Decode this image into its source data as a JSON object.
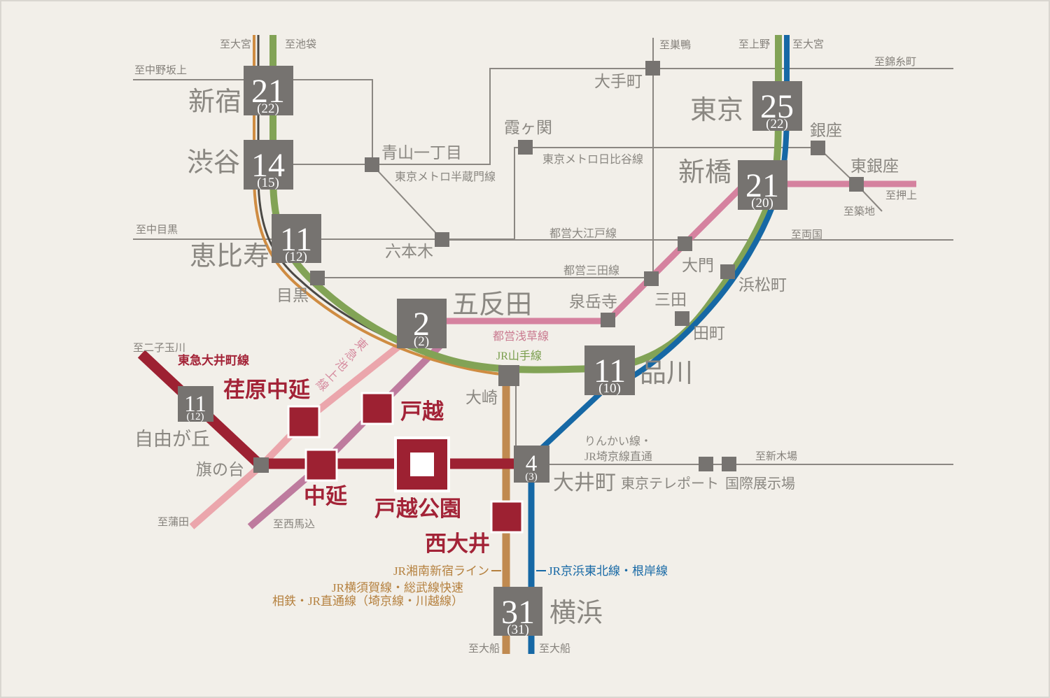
{
  "stations": {
    "shinjuku": {
      "name": "新宿",
      "minutes": "21",
      "alt": "(22)"
    },
    "shibuya": {
      "name": "渋谷",
      "minutes": "14",
      "alt": "(15)"
    },
    "ebisu": {
      "name": "恵比寿",
      "minutes": "11",
      "alt": "(12)"
    },
    "tokyo": {
      "name": "東京",
      "minutes": "25",
      "alt": "(22)"
    },
    "shimbashi": {
      "name": "新橋",
      "minutes": "21",
      "alt": "(20)"
    },
    "gotanda": {
      "name": "五反田",
      "minutes": "2",
      "alt": "(2)"
    },
    "shinagawa": {
      "name": "品川",
      "minutes": "11",
      "alt": "(10)"
    },
    "jiyugaoka": {
      "name": "自由が丘",
      "minutes": "11",
      "alt": "(12)"
    },
    "oimachi": {
      "name": "大井町",
      "minutes": "4",
      "alt": "(3)"
    },
    "yokohama": {
      "name": "横浜",
      "minutes": "31",
      "alt": "(31)"
    },
    "aoyama_itchome": {
      "name": "青山一丁目"
    },
    "roppongi": {
      "name": "六本木"
    },
    "kasumigaseki": {
      "name": "霞ヶ関"
    },
    "otemachi": {
      "name": "大手町"
    },
    "ginza": {
      "name": "銀座"
    },
    "higashi_ginza": {
      "name": "東銀座"
    },
    "meguro": {
      "name": "目黒"
    },
    "sengakuji": {
      "name": "泉岳寺"
    },
    "mita": {
      "name": "三田"
    },
    "daimon": {
      "name": "大門"
    },
    "hamamatsucho": {
      "name": "浜松町"
    },
    "tamachi": {
      "name": "田町"
    },
    "osaki": {
      "name": "大崎"
    },
    "hatanodai": {
      "name": "旗の台"
    },
    "tokyo_teleport": {
      "name": "東京テレポート"
    },
    "kokusai_tenjijo": {
      "name": "国際展示場"
    },
    "ebara_nakanobu": {
      "name": "荏原中延"
    },
    "togoshi": {
      "name": "戸越"
    },
    "nakanobu": {
      "name": "中延"
    },
    "togoshi_koen": {
      "name": "戸越公園"
    },
    "nishi_oi": {
      "name": "西大井"
    }
  },
  "lines": {
    "hanzomon": "東京メトロ半蔵門線",
    "hibiya": "東京メトロ日比谷線",
    "oedo": "都営大江戸線",
    "mita": "都営三田線",
    "asakusa": "都営浅草線",
    "yamanote": "JR山手線",
    "rinkai_1": "りんかい線・",
    "rinkai_2": "JR埼京線直通",
    "oimachi_line": "東急大井町線",
    "ikegami": "東急池上線",
    "jr_brown_1": "JR湘南新宿ライン",
    "jr_brown_2": "JR横須賀線・総武線快速",
    "jr_brown_3": "相鉄・JR直通線（埼京線・川越線）",
    "keihin_tohoku": "JR京浜東北線・根岸線"
  },
  "directions": {
    "omiya_left": "至大宮",
    "ikebukuro": "至池袋",
    "nakano_sakaue": "至中野坂上",
    "naka_meguro": "至中目黒",
    "futako_tamagawa": "至二子玉川",
    "kamata": "至蒲田",
    "nishi_magome": "至西馬込",
    "sugamo": "至巣鴨",
    "ueno": "至上野",
    "omiya_right": "至大宮",
    "kinshicho": "至錦糸町",
    "oshiage": "至押上",
    "tsukiji": "至築地",
    "ryogoku": "至両国",
    "shin_kiba": "至新木場",
    "ofuna_left": "至大船",
    "ofuna_right": "至大船"
  },
  "colors": {
    "background": "#f2efe9",
    "badge_gray": "#767370",
    "yamanote_green": "#82a356",
    "keihin_blue": "#1668a5",
    "asakusa_pink": "#d5829f",
    "asakusa_pink_south": "#be7b9e",
    "ikegami_pink": "#eba6ac",
    "oimachi_red": "#9d2132",
    "jr_brown": "#c08a50",
    "shonan_orange": "#cf8c42",
    "saikyo_dark": "#4b4945",
    "metro_gray": "#8b8782",
    "red_text": "#a32337",
    "gray_text": "#8a8781"
  }
}
